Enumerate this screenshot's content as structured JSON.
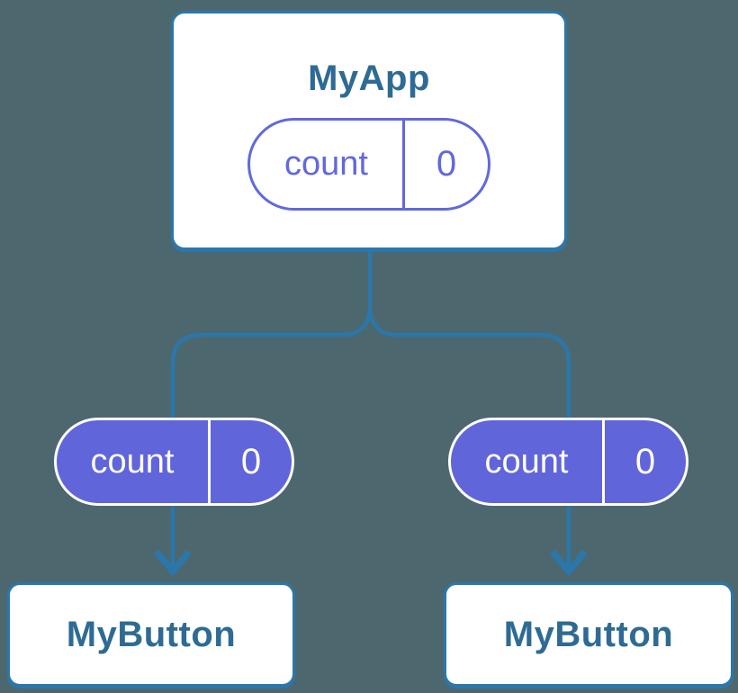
{
  "diagram": {
    "type": "component-tree",
    "background_color": "#4d676f",
    "colors": {
      "connector_blue": "#2b77ab",
      "node_text_blue": "#2e6b94",
      "state_purple": "#6268dd",
      "prop_pill_fill": "#6065da",
      "card_fill": "#ffffff"
    },
    "root": {
      "title": "MyApp",
      "state_pill": {
        "label": "count",
        "value": "0",
        "style": "outlined"
      }
    },
    "children": [
      {
        "title": "MyButton",
        "prop_pill": {
          "label": "count",
          "value": "0",
          "style": "filled"
        }
      },
      {
        "title": "MyButton",
        "prop_pill": {
          "label": "count",
          "value": "0",
          "style": "filled"
        }
      }
    ]
  }
}
